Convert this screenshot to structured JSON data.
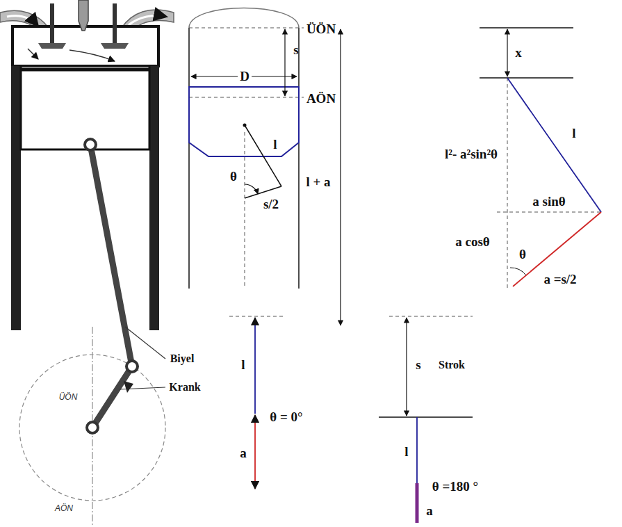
{
  "diagram": {
    "labels": [
      "ÜÖN",
      "D",
      "s",
      "AÖN",
      "l",
      "θ",
      "s/2",
      "l + a",
      "x",
      "l²- a²sin²θ",
      "l",
      "a sinθ",
      "a cosθ",
      "θ",
      "a =s/2",
      "ÜÖN",
      "AÖN",
      "Biyel",
      "Krank",
      "l",
      "θ = 0°",
      "a",
      "s",
      "Strok",
      "l",
      "θ =180 °",
      "a"
    ]
  }
}
